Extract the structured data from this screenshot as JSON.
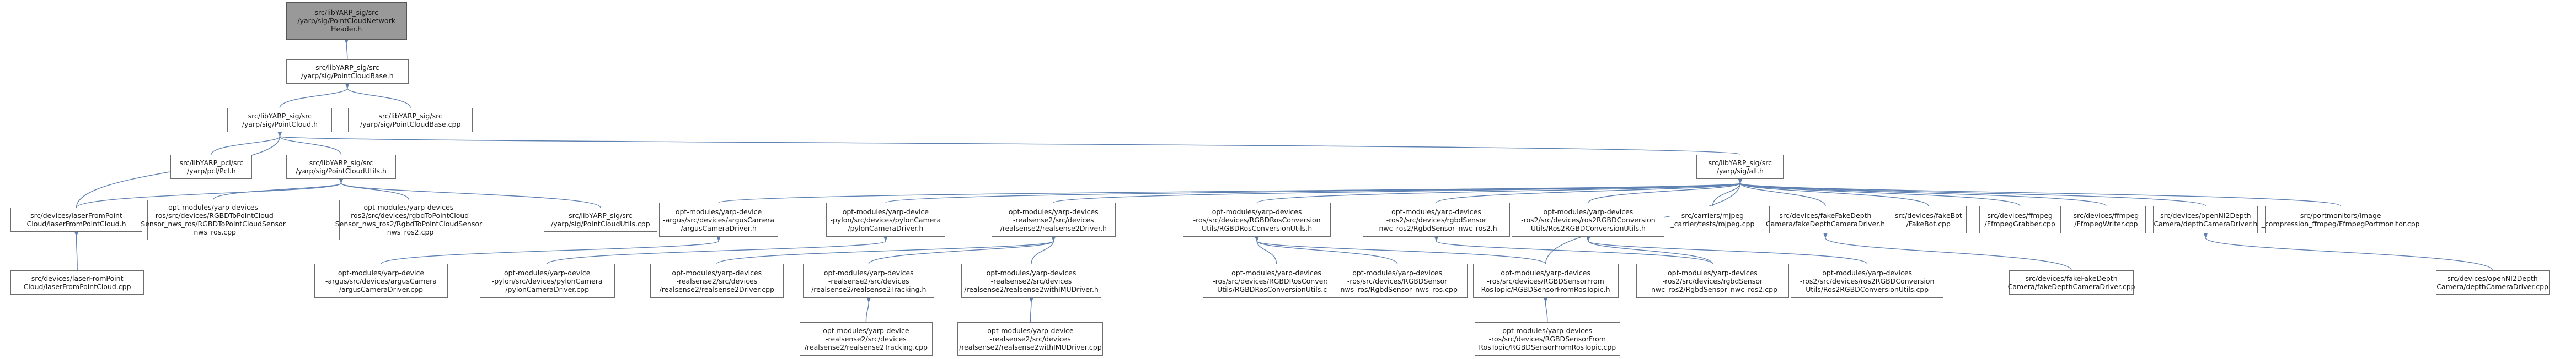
{
  "graph": {
    "root": "n0",
    "colors": {
      "root_fill": "#999999",
      "node_fill": "#ffffff",
      "node_border": "#6e6e6e",
      "edge": "#5f82b2"
    },
    "nodes": [
      {
        "id": "n0",
        "lines": [
          "src/libYARP_sig/src",
          "/yarp/sig/PointCloudNetwork",
          "Header.h"
        ]
      },
      {
        "id": "n1",
        "lines": [
          "src/libYARP_sig/src",
          "/yarp/sig/PointCloudBase.h"
        ]
      },
      {
        "id": "n2",
        "lines": [
          "src/libYARP_sig/src",
          "/yarp/sig/PointCloud.h"
        ]
      },
      {
        "id": "n3",
        "lines": [
          "src/libYARP_sig/src",
          "/yarp/sig/PointCloudBase.cpp"
        ]
      },
      {
        "id": "n4",
        "lines": [
          "src/libYARP_pcl/src",
          "/yarp/pcl/Pcl.h"
        ]
      },
      {
        "id": "n5",
        "lines": [
          "src/libYARP_sig/src",
          "/yarp/sig/PointCloudUtils.h"
        ]
      },
      {
        "id": "n6",
        "lines": [
          "src/libYARP_sig/src",
          "/yarp/sig/all.h"
        ]
      },
      {
        "id": "n7",
        "lines": [
          "src/devices/laserFromPoint",
          "Cloud/laserFromPointCloud.h"
        ]
      },
      {
        "id": "n8",
        "lines": [
          "opt-modules/yarp-devices",
          "-ros/src/devices/RGBDToPointCloud",
          "Sensor_nws_ros/RGBDToPointCloudSensor",
          "_nws_ros.cpp"
        ]
      },
      {
        "id": "n9",
        "lines": [
          "opt-modules/yarp-devices",
          "-ros2/src/devices/rgbdToPointCloud",
          "Sensor_nws_ros2/RgbdToPointCloudSensor",
          "_nws_ros2.cpp"
        ]
      },
      {
        "id": "n10",
        "lines": [
          "src/libYARP_sig/src",
          "/yarp/sig/PointCloudUtils.cpp"
        ]
      },
      {
        "id": "n11",
        "lines": [
          "src/devices/laserFromPoint",
          "Cloud/laserFromPointCloud.cpp"
        ]
      },
      {
        "id": "n12",
        "lines": [
          "opt-modules/yarp-device",
          "-argus/src/devices/argusCamera",
          "/argusCameraDriver.h"
        ]
      },
      {
        "id": "n13",
        "lines": [
          "opt-modules/yarp-device",
          "-pylon/src/devices/pylonCamera",
          "/pylonCameraDriver.h"
        ]
      },
      {
        "id": "n14",
        "lines": [
          "opt-modules/yarp-devices",
          "-realsense2/src/devices",
          "/realsense2/realsense2Driver.h"
        ]
      },
      {
        "id": "n15",
        "lines": [
          "opt-modules/yarp-devices",
          "-ros/src/devices/RGBDRosConversion",
          "Utils/RGBDRosConversionUtils.h"
        ]
      },
      {
        "id": "n16",
        "lines": [
          "opt-modules/yarp-devices",
          "-ros2/src/devices/rgbdSensor",
          "_nwc_ros2/RgbdSensor_nwc_ros2.h"
        ]
      },
      {
        "id": "n17",
        "lines": [
          "opt-modules/yarp-devices",
          "-ros2/src/devices/ros2RGBDConversion",
          "Utils/Ros2RGBDConversionUtils.h"
        ]
      },
      {
        "id": "n18",
        "lines": [
          "src/carriers/mjpeg",
          "_carrier/tests/mjpeg.cpp"
        ]
      },
      {
        "id": "n19",
        "lines": [
          "src/devices/fakeFakeDepth",
          "Camera/fakeDepthCameraDriver.h"
        ]
      },
      {
        "id": "n20",
        "lines": [
          "src/devices/fakeBot",
          "/FakeBot.cpp"
        ]
      },
      {
        "id": "n21",
        "lines": [
          "src/devices/ffmpeg",
          "/FfmpegGrabber.cpp"
        ]
      },
      {
        "id": "n22",
        "lines": [
          "src/devices/ffmpeg",
          "/FfmpegWriter.cpp"
        ]
      },
      {
        "id": "n23",
        "lines": [
          "src/devices/openNI2Depth",
          "Camera/depthCameraDriver.h"
        ]
      },
      {
        "id": "n24",
        "lines": [
          "src/portmonitors/image",
          "_compression_ffmpeg/FfmpegPortmonitor.cpp"
        ]
      },
      {
        "id": "n25",
        "lines": [
          "opt-modules/yarp-device",
          "-argus/src/devices/argusCamera",
          "/argusCameraDriver.cpp"
        ]
      },
      {
        "id": "n26",
        "lines": [
          "opt-modules/yarp-device",
          "-pylon/src/devices/pylonCamera",
          "/pylonCameraDriver.cpp"
        ]
      },
      {
        "id": "n27",
        "lines": [
          "opt-modules/yarp-devices",
          "-realsense2/src/devices",
          "/realsense2/realsense2Driver.cpp"
        ]
      },
      {
        "id": "n28",
        "lines": [
          "opt-modules/yarp-devices",
          "-realsense2/src/devices",
          "/realsense2/realsense2Tracking.h"
        ]
      },
      {
        "id": "n29",
        "lines": [
          "opt-modules/yarp-devices",
          "-realsense2/src/devices",
          "/realsense2/realsense2withIMUDriver.h"
        ]
      },
      {
        "id": "n30",
        "lines": [
          "opt-modules/yarp-devices",
          "-ros/src/devices/RGBDRosConversion",
          "Utils/RGBDRosConversionUtils.cpp"
        ]
      },
      {
        "id": "n31",
        "lines": [
          "opt-modules/yarp-devices",
          "-ros/src/devices/RGBDSensor",
          "_nws_ros/RgbdSensor_nws_ros.cpp"
        ]
      },
      {
        "id": "n32",
        "lines": [
          "opt-modules/yarp-devices",
          "-ros/src/devices/RGBDSensorFrom",
          "RosTopic/RGBDSensorFromRosTopic.h"
        ]
      },
      {
        "id": "n33",
        "lines": [
          "opt-modules/yarp-devices",
          "-ros2/src/devices/rgbdSensor",
          "_nwc_ros2/RgbdSensor_nwc_ros2.cpp"
        ]
      },
      {
        "id": "n34",
        "lines": [
          "opt-modules/yarp-devices",
          "-ros2/src/devices/ros2RGBDConversion",
          "Utils/Ros2RGBDConversionUtils.cpp"
        ]
      },
      {
        "id": "n35",
        "lines": [
          "src/devices/fakeFakeDepth",
          "Camera/fakeDepthCameraDriver.cpp"
        ]
      },
      {
        "id": "n36",
        "lines": [
          "src/devices/openNI2Depth",
          "Camera/depthCameraDriver.cpp"
        ]
      },
      {
        "id": "n37",
        "lines": [
          "opt-modules/yarp-device",
          "-realsense2/src/devices",
          "/realsense2/realsense2Tracking.cpp"
        ]
      },
      {
        "id": "n38",
        "lines": [
          "opt-modules/yarp-device",
          "-realsense2/src/devices",
          "/realsense2/realsense2withIMUDriver.cpp"
        ]
      },
      {
        "id": "n39",
        "lines": [
          "opt-modules/yarp-devices",
          "-ros/src/devices/RGBDSensorFrom",
          "RosTopic/RGBDSensorFromRosTopic.cpp"
        ]
      }
    ],
    "edges": [
      [
        "n0",
        "n1"
      ],
      [
        "n1",
        "n2"
      ],
      [
        "n1",
        "n3"
      ],
      [
        "n2",
        "n4"
      ],
      [
        "n2",
        "n5"
      ],
      [
        "n2",
        "n6"
      ],
      [
        "n2",
        "n7"
      ],
      [
        "n5",
        "n7"
      ],
      [
        "n5",
        "n8"
      ],
      [
        "n5",
        "n9"
      ],
      [
        "n5",
        "n10"
      ],
      [
        "n6",
        "n12"
      ],
      [
        "n6",
        "n13"
      ],
      [
        "n6",
        "n14"
      ],
      [
        "n6",
        "n15"
      ],
      [
        "n6",
        "n16"
      ],
      [
        "n6",
        "n17"
      ],
      [
        "n6",
        "n18"
      ],
      [
        "n6",
        "n19"
      ],
      [
        "n6",
        "n20"
      ],
      [
        "n6",
        "n21"
      ],
      [
        "n6",
        "n22"
      ],
      [
        "n6",
        "n23"
      ],
      [
        "n6",
        "n24"
      ],
      [
        "n6",
        "n32"
      ],
      [
        "n7",
        "n11"
      ],
      [
        "n12",
        "n25"
      ],
      [
        "n13",
        "n26"
      ],
      [
        "n14",
        "n27"
      ],
      [
        "n14",
        "n28"
      ],
      [
        "n14",
        "n29"
      ],
      [
        "n15",
        "n30"
      ],
      [
        "n15",
        "n31"
      ],
      [
        "n15",
        "n32"
      ],
      [
        "n16",
        "n33"
      ],
      [
        "n17",
        "n33"
      ],
      [
        "n17",
        "n34"
      ],
      [
        "n19",
        "n35"
      ],
      [
        "n23",
        "n36"
      ],
      [
        "n28",
        "n37"
      ],
      [
        "n29",
        "n38"
      ],
      [
        "n32",
        "n39"
      ]
    ]
  }
}
